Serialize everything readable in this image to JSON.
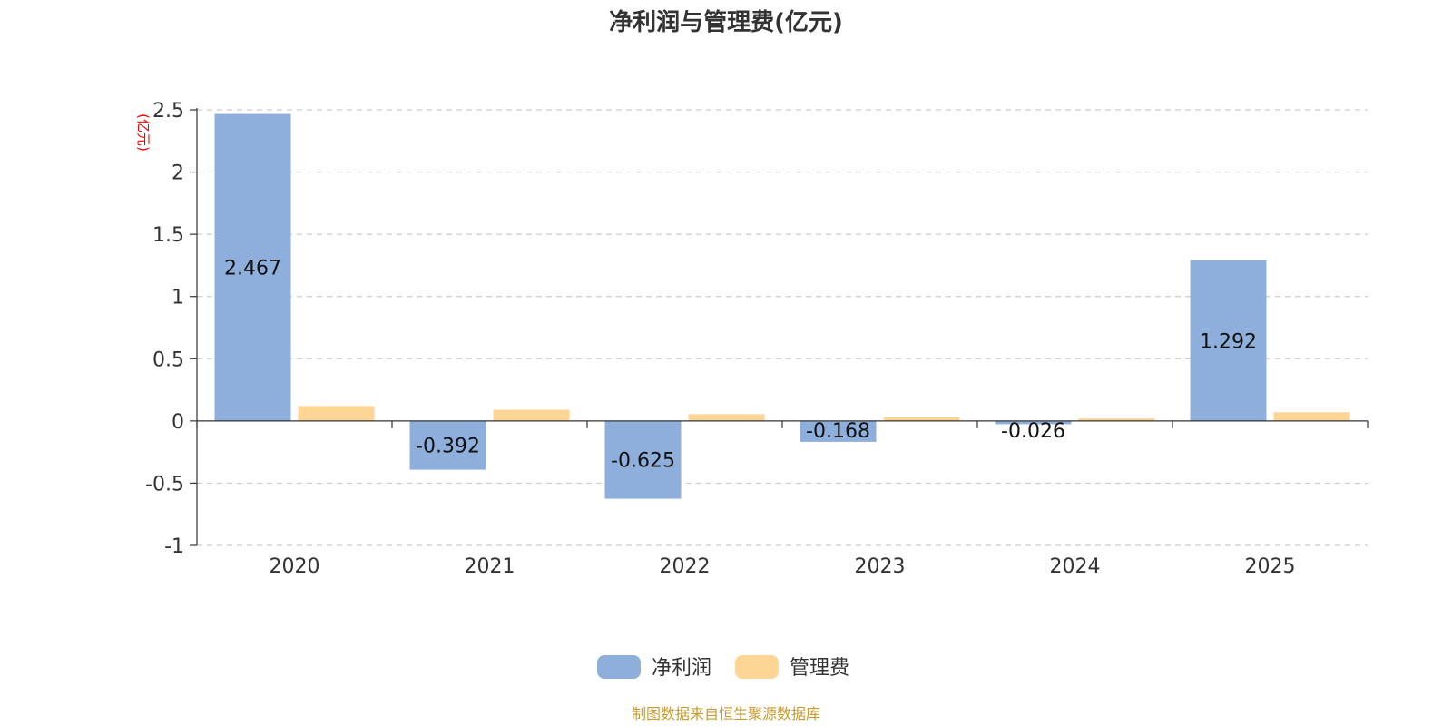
{
  "chart_data": {
    "type": "bar",
    "title": "净利润与管理费(亿元)",
    "y_unit": "(亿元)",
    "categories": [
      "2020",
      "2021",
      "2022",
      "2023",
      "2024",
      "2025"
    ],
    "series": [
      {
        "name": "净利润",
        "color": "#8eafdc",
        "values": [
          2.467,
          -0.392,
          -0.625,
          -0.168,
          -0.026,
          1.292
        ],
        "data_labels": [
          "2.467",
          "-0.392",
          "-0.625",
          "-0.168",
          "-0.026",
          "1.292"
        ]
      },
      {
        "name": "管理费",
        "color": "#fdd696",
        "values": [
          0.12,
          0.09,
          0.055,
          0.03,
          0.02,
          0.07
        ]
      }
    ],
    "ylim": [
      -1,
      2.5
    ],
    "yticks": [
      2.5,
      2,
      1.5,
      1,
      0.5,
      0,
      -0.5,
      -1
    ],
    "ytick_labels": [
      "2.5",
      "2",
      "1.5",
      "1",
      "0.5",
      "0",
      "-0.5",
      "-1"
    ],
    "grid": true,
    "legend_position": "bottom"
  },
  "source_text": "制图数据来自恒生聚源数据库"
}
